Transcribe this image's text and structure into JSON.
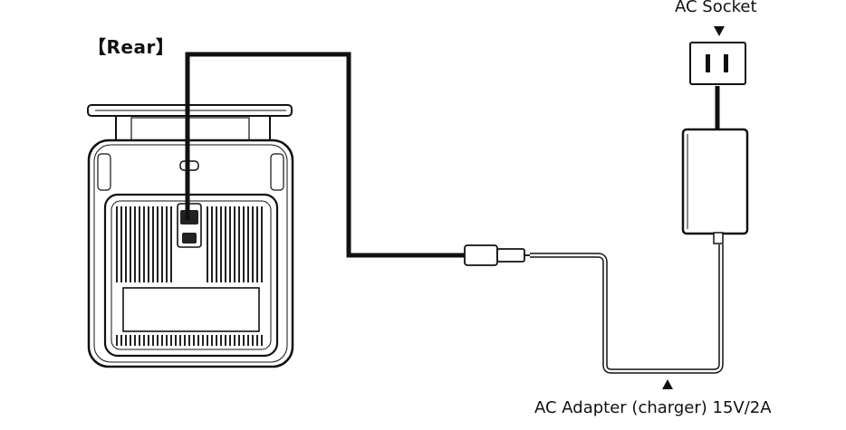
{
  "labels": {
    "rear": "【Rear】",
    "ac_socket": "AC Socket",
    "ac_adapter": "AC Adapter (charger) 15V/2A"
  }
}
